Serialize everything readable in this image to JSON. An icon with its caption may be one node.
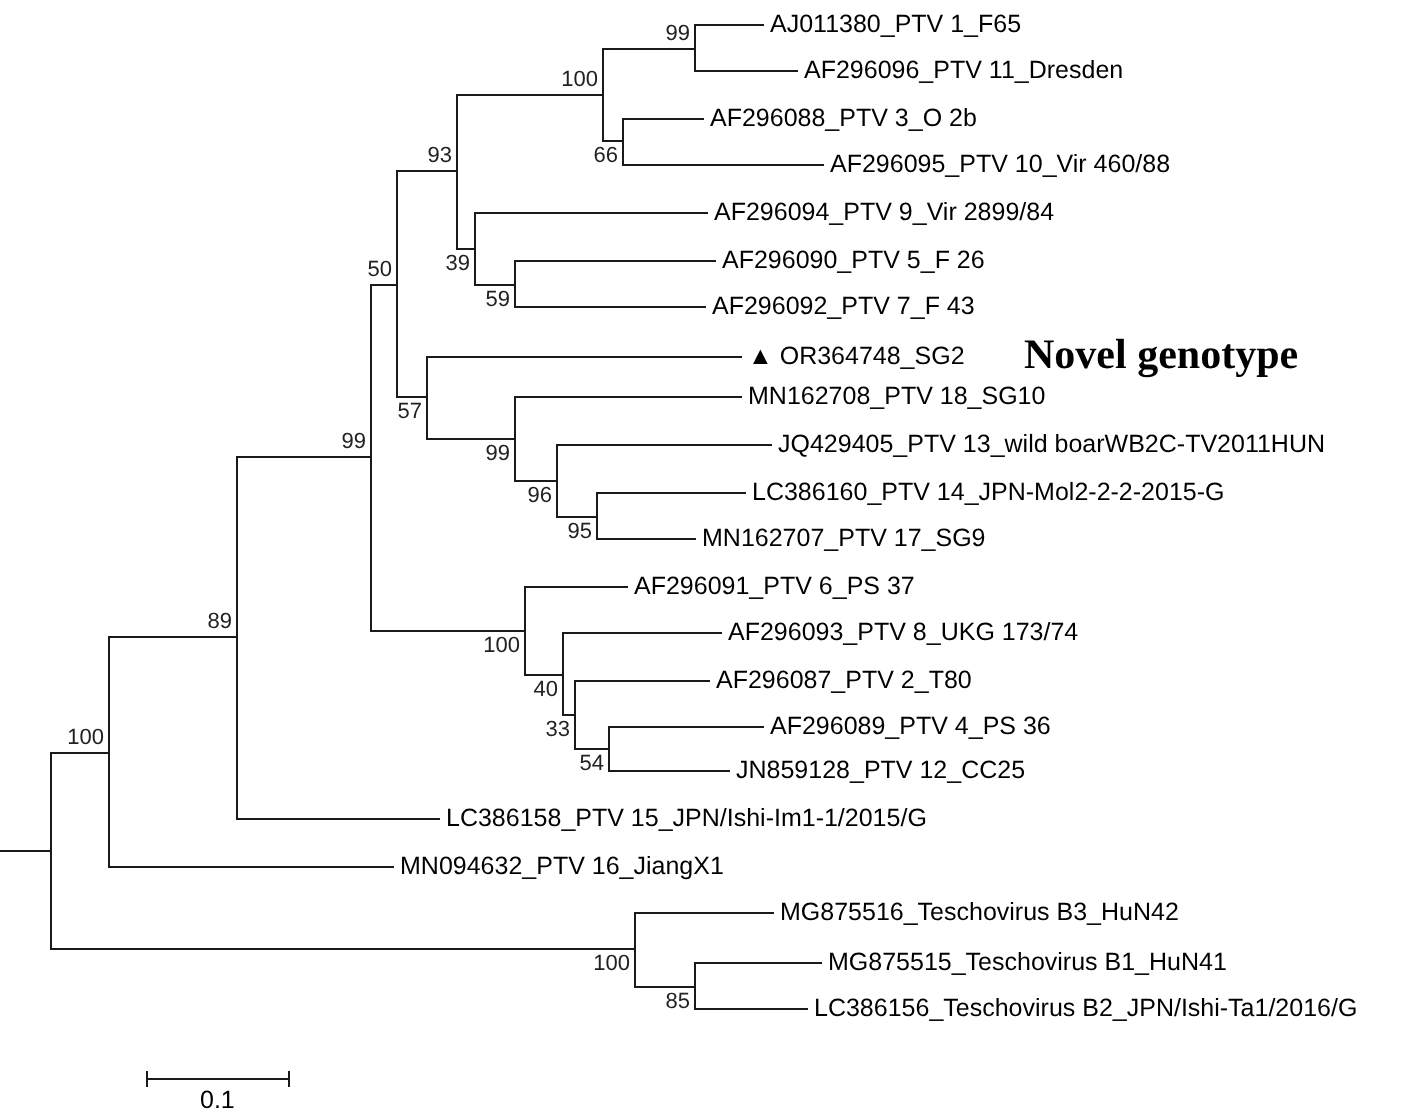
{
  "diagram": {
    "nodes": [
      {
        "text": [],
        "shape": "line"
      },
      {
        "text": [],
        "shape": "line",
        "beside": [
          "100"
        ]
      },
      {
        "text": [],
        "shape": "line",
        "beside": [
          "89"
        ]
      },
      {
        "text": [],
        "shape": "line",
        "beside": [
          "99"
        ]
      },
      {
        "text": [],
        "shape": "line",
        "beside": [
          "50"
        ]
      },
      {
        "text": [],
        "shape": "line",
        "beside": [
          "93"
        ]
      },
      {
        "text": [],
        "shape": "line",
        "beside": [
          "100"
        ]
      },
      {
        "text": [],
        "shape": "line",
        "beside": [
          "99"
        ]
      },
      {
        "text": [
          "AJ011380_PTV 1_F65"
        ]
      },
      {
        "text": [
          "AF296096_PTV 11_Dresden"
        ]
      },
      {
        "text": [],
        "shape": "line",
        "beside": [
          "66"
        ]
      },
      {
        "text": [
          "AF296088_PTV 3_O 2b"
        ]
      },
      {
        "text": [
          "AF296095_PTV 10_Vir 460/88"
        ]
      },
      {
        "text": [],
        "shape": "line",
        "beside": [
          "39"
        ]
      },
      {
        "text": [
          "AF296094_PTV 9_Vir 2899/84"
        ]
      },
      {
        "text": [],
        "shape": "line",
        "beside": [
          "59"
        ]
      },
      {
        "text": [
          "AF296090_PTV 5_F 26"
        ]
      },
      {
        "text": [
          "AF296092_PTV 7_F 43"
        ]
      },
      {
        "text": [],
        "shape": "line",
        "beside": [
          "57"
        ]
      },
      {
        "text": [
          "▲ OR364748_SG2"
        ]
      },
      {
        "text": [],
        "shape": "line",
        "beside": [
          "99"
        ]
      },
      {
        "text": [
          "MN162708_PTV 18_SG10"
        ]
      },
      {
        "text": [],
        "shape": "line",
        "beside": [
          "96"
        ]
      },
      {
        "text": [
          "JQ429405_PTV 13_wild boarWB2C-TV2011HUN"
        ]
      },
      {
        "text": [],
        "shape": "line",
        "beside": [
          "95"
        ]
      },
      {
        "text": [
          "LC386160_PTV 14_JPN-Mol2-2-2-2015-G"
        ]
      },
      {
        "text": [
          "MN162707_PTV 17_SG9"
        ]
      },
      {
        "text": [],
        "shape": "line",
        "beside": [
          "100"
        ]
      },
      {
        "text": [
          "AF296091_PTV 6_PS 37"
        ]
      },
      {
        "text": [],
        "shape": "line",
        "beside": [
          "40"
        ]
      },
      {
        "text": [
          "AF296093_PTV 8_UKG 173/74"
        ]
      },
      {
        "text": [],
        "shape": "line",
        "beside": [
          "33"
        ]
      },
      {
        "text": [
          "AF296087_PTV 2_T80"
        ]
      },
      {
        "text": [],
        "shape": "line",
        "beside": [
          "54"
        ]
      },
      {
        "text": [
          "AF296089_PTV 4_PS 36"
        ]
      },
      {
        "text": [
          "JN859128_PTV 12_CC25"
        ]
      },
      {
        "text": [
          "LC386158_PTV 15_JPN/Ishi-Im1-1/2015/G"
        ]
      },
      {
        "text": [
          "MN094632_PTV 16_JiangX1"
        ]
      },
      {
        "text": [],
        "shape": "line",
        "beside": [
          "100"
        ]
      },
      {
        "text": [
          "MG875516_Teschovirus B3_HuN42"
        ]
      },
      {
        "text": [],
        "shape": "line",
        "beside": [
          "85"
        ]
      },
      {
        "text": [
          "MG875515_Teschovirus B1_HuN41"
        ]
      },
      {
        "text": [
          "LC386156_Teschovirus B2_JPN/Ishi-Ta1/2016/G"
        ]
      }
    ],
    "edges": [
      {
        "from": null,
        "to": 0,
        "arrow": "none"
      },
      {
        "from": 0,
        "to": 1,
        "arrow": "none"
      },
      {
        "from": 1,
        "to": 2,
        "arrow": "none"
      },
      {
        "from": 2,
        "to": 3,
        "arrow": "none"
      },
      {
        "from": 3,
        "to": 4,
        "arrow": "none"
      },
      {
        "from": 4,
        "to": 5,
        "arrow": "none"
      },
      {
        "from": 5,
        "to": 6,
        "arrow": "none"
      },
      {
        "from": 6,
        "to": 7,
        "arrow": "none"
      },
      {
        "from": 7,
        "to": 8,
        "arrow": "none"
      },
      {
        "from": 7,
        "to": 9,
        "arrow": "none"
      },
      {
        "from": 6,
        "to": 10,
        "arrow": "none"
      },
      {
        "from": 10,
        "to": 11,
        "arrow": "none"
      },
      {
        "from": 10,
        "to": 12,
        "arrow": "none"
      },
      {
        "from": 5,
        "to": 13,
        "arrow": "none"
      },
      {
        "from": 13,
        "to": 14,
        "arrow": "none"
      },
      {
        "from": 13,
        "to": 15,
        "arrow": "none"
      },
      {
        "from": 15,
        "to": 16,
        "arrow": "none"
      },
      {
        "from": 15,
        "to": 17,
        "arrow": "none"
      },
      {
        "from": 4,
        "to": 18,
        "arrow": "none"
      },
      {
        "from": 18,
        "to": 19,
        "arrow": "none"
      },
      {
        "from": 18,
        "to": 20,
        "arrow": "none"
      },
      {
        "from": 20,
        "to": 21,
        "arrow": "none"
      },
      {
        "from": 20,
        "to": 22,
        "arrow": "none"
      },
      {
        "from": 22,
        "to": 23,
        "arrow": "none"
      },
      {
        "from": 22,
        "to": 24,
        "arrow": "none"
      },
      {
        "from": 24,
        "to": 25,
        "arrow": "none"
      },
      {
        "from": 24,
        "to": 26,
        "arrow": "none"
      },
      {
        "from": 3,
        "to": 27,
        "arrow": "none"
      },
      {
        "from": 27,
        "to": 28,
        "arrow": "none"
      },
      {
        "from": 27,
        "to": 29,
        "arrow": "none"
      },
      {
        "from": 29,
        "to": 30,
        "arrow": "none"
      },
      {
        "from": 29,
        "to": 31,
        "arrow": "none"
      },
      {
        "from": 31,
        "to": 32,
        "arrow": "none"
      },
      {
        "from": 31,
        "to": 33,
        "arrow": "none"
      },
      {
        "from": 33,
        "to": 34,
        "arrow": "none"
      },
      {
        "from": 33,
        "to": 35,
        "arrow": "none"
      },
      {
        "from": 2,
        "to": 36,
        "arrow": "none"
      },
      {
        "from": 1,
        "to": 37,
        "arrow": "none"
      },
      {
        "from": 0,
        "to": 38,
        "arrow": "none"
      },
      {
        "from": 38,
        "to": 39,
        "arrow": "none"
      },
      {
        "from": 38,
        "to": 40,
        "arrow": "none"
      },
      {
        "from": 40,
        "to": 41,
        "arrow": "none"
      },
      {
        "from": 40,
        "to": 42,
        "arrow": "none"
      }
    ],
    "labels": [
      "Novel genotype",
      "0.1"
    ]
  }
}
